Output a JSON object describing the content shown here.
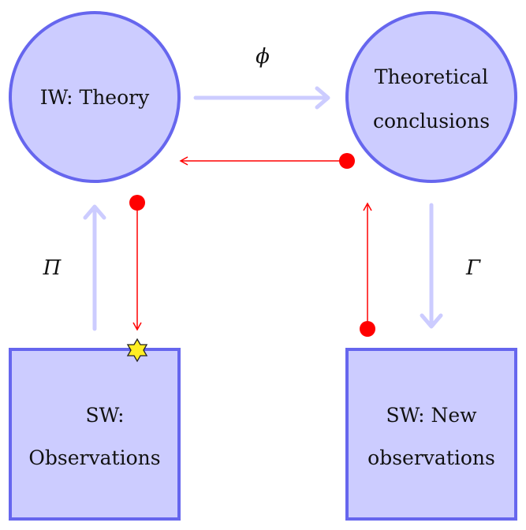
{
  "nodes": {
    "theory": {
      "label": "IW: Theory"
    },
    "conclusions": {
      "line1": "Theoretical",
      "line2": "conclusions"
    },
    "observations": {
      "line1": "SW:",
      "line2": "Observations"
    },
    "new_observations": {
      "line1": "SW: New",
      "line2": "observations"
    }
  },
  "arrows": {
    "phi": "ϕ",
    "pi": "Π",
    "gamma": "Γ"
  },
  "colors": {
    "node_fill": "#ccccff",
    "node_stroke": "#6666ee",
    "flow_arrow": "#ccccff",
    "feedback_arrow": "#ff0000",
    "star_marker": "#ffee22"
  }
}
